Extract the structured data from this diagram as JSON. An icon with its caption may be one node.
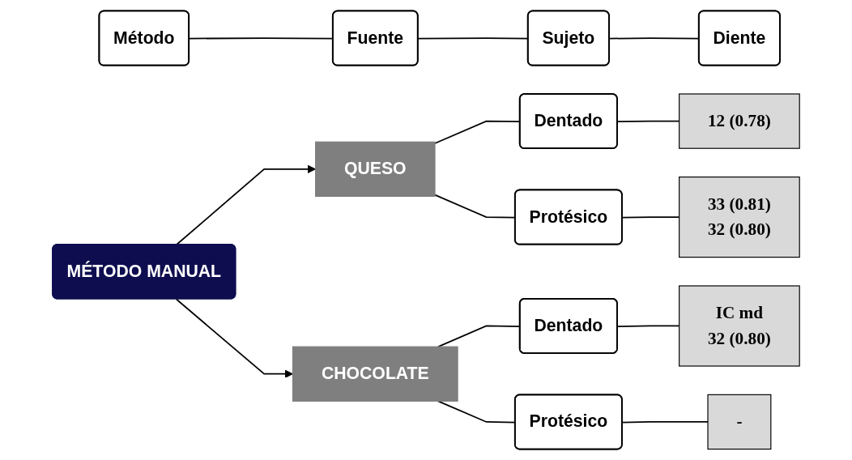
{
  "diagram": {
    "nodes": [
      {
        "text": [
          "Método"
        ]
      },
      {
        "text": [
          "Fuente"
        ]
      },
      {
        "text": [
          "Sujeto"
        ]
      },
      {
        "text": [
          "Diente"
        ]
      },
      {
        "text": [
          "MÉTODO MANUAL"
        ]
      },
      {
        "text": [
          "QUESO"
        ]
      },
      {
        "text": [
          "CHOCOLATE"
        ]
      },
      {
        "text": [
          "Dentado"
        ]
      },
      {
        "text": [
          "Protésico"
        ]
      },
      {
        "text": [
          "Dentado"
        ]
      },
      {
        "text": [
          "Protésico"
        ]
      },
      {
        "text": [
          "12 (0.78)"
        ]
      },
      {
        "text": [
          "33 (0.81)",
          "32 (0.80)"
        ]
      },
      {
        "text": [
          "IC md",
          "32 (0.80)"
        ]
      },
      {
        "text": [
          "-"
        ]
      }
    ],
    "edges": [
      {
        "from": 0,
        "to": 1,
        "arrow": "none"
      },
      {
        "from": 1,
        "to": 2,
        "arrow": "none"
      },
      {
        "from": 2,
        "to": 3,
        "arrow": "none"
      },
      {
        "from": 4,
        "to": 5,
        "arrow": "to"
      },
      {
        "from": 4,
        "to": 6,
        "arrow": "to"
      },
      {
        "from": 5,
        "to": 7,
        "arrow": "none"
      },
      {
        "from": 5,
        "to": 8,
        "arrow": "none"
      },
      {
        "from": 6,
        "to": 9,
        "arrow": "none"
      },
      {
        "from": 6,
        "to": 10,
        "arrow": "none"
      },
      {
        "from": 7,
        "to": 11,
        "arrow": "none"
      },
      {
        "from": 8,
        "to": 12,
        "arrow": "none"
      },
      {
        "from": 9,
        "to": 13,
        "arrow": "none"
      },
      {
        "from": 10,
        "to": 14,
        "arrow": "none"
      }
    ]
  }
}
